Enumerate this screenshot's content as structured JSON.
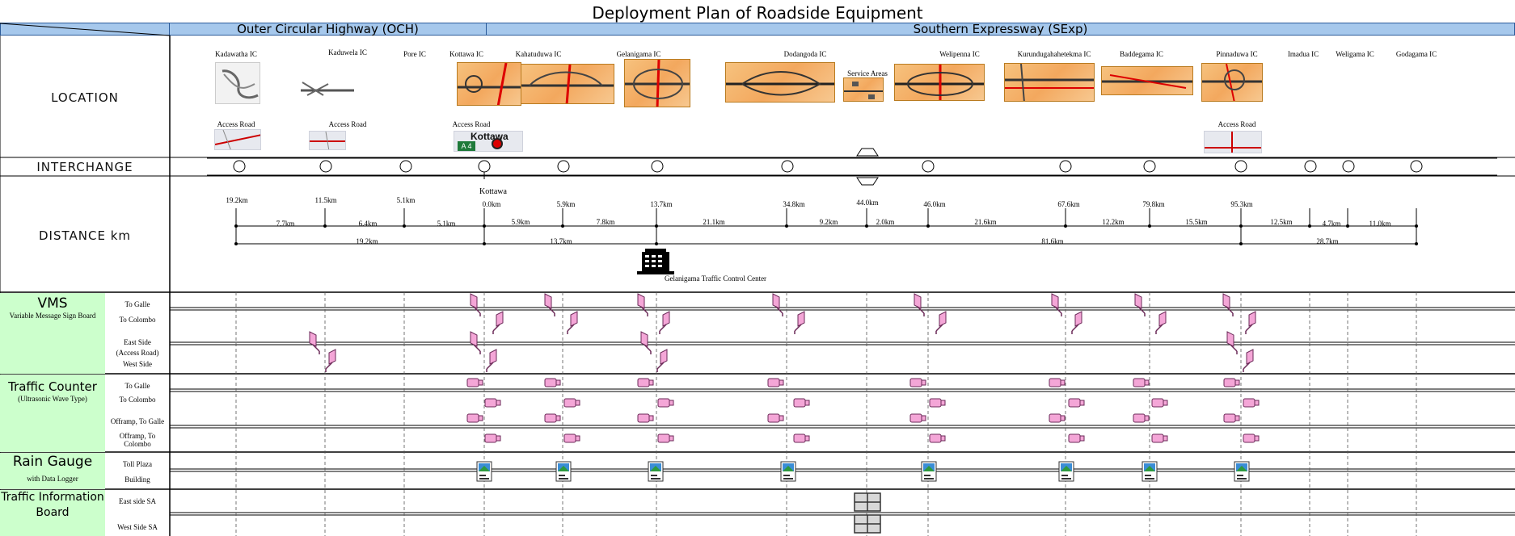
{
  "title": "Deployment Plan of Roadside Equipment",
  "sections": {
    "och": "Outer Circular Highway (OCH)",
    "sexp": "Southern Expressway (SExp)"
  },
  "rows": {
    "location": "LOCATION",
    "interchange": "INTERCHANGE",
    "distance": "DISTANCE km"
  },
  "interchanges": [
    "Kadawatha IC",
    "Kaduwela IC",
    "Pore IC",
    "Kottawa IC",
    "Kahatuduwa IC",
    "Gelanigama IC",
    "Dodangoda IC",
    "Welipenna IC",
    "Kurundugahahetekma IC",
    "Baddegama IC",
    "Pinnaduwa IC",
    "Imadua IC",
    "Weligama IC",
    "Godagama IC"
  ],
  "service_areas": "Service Areas",
  "access_road": "Access Road",
  "kottawa_label": "Kottawa",
  "kottawa_sign": "Kottawa",
  "kottawa_route": "A 4",
  "control_center": "Gelanigama Traffic Control Center",
  "km_points": [
    "19.2km",
    "11.5km",
    "5.1km",
    "0.0km",
    "5.9km",
    "13.7km",
    "34.8km",
    "44.0km",
    "46.0km",
    "67.6km",
    "79.8km",
    "95.3km"
  ],
  "segments": [
    "7.7km",
    "6.4km",
    "5.1km",
    "5.9km",
    "7.8km",
    "21.1km",
    "9.2km",
    "2.0km",
    "21.6km",
    "12.2km",
    "15.5km",
    "12.5km",
    "4.7km",
    "11.0km"
  ],
  "totals": [
    "19.2km",
    "13.7km",
    "81.6km",
    "28.7km"
  ],
  "groups": {
    "vms": {
      "name": "VMS",
      "sub": "Variable Message Sign Board",
      "rows": [
        "To Galle",
        "To Colombo",
        "East Side",
        "(Access Road)",
        "West Side"
      ]
    },
    "tc": {
      "name": "Traffic Counter",
      "sub": "(Ultrasonic Wave Type)",
      "rows": [
        "To Galle",
        "To Colombo",
        "Offramp, To Galle",
        "Offramp, To Colombo"
      ]
    },
    "rg": {
      "name": "Rain Gauge",
      "sub": "with Data Logger",
      "rows": [
        "Toll Plaza",
        "Building"
      ]
    },
    "tib": {
      "name": "Traffic Information Board",
      "rows": [
        "East side SA",
        "West Side SA"
      ]
    }
  },
  "colors": {
    "header_fill": "#a6c8ec",
    "group_fill": "#ccffcc",
    "equipment_fill": "#f4a6d7",
    "equipment_stroke": "#6b2a58"
  }
}
